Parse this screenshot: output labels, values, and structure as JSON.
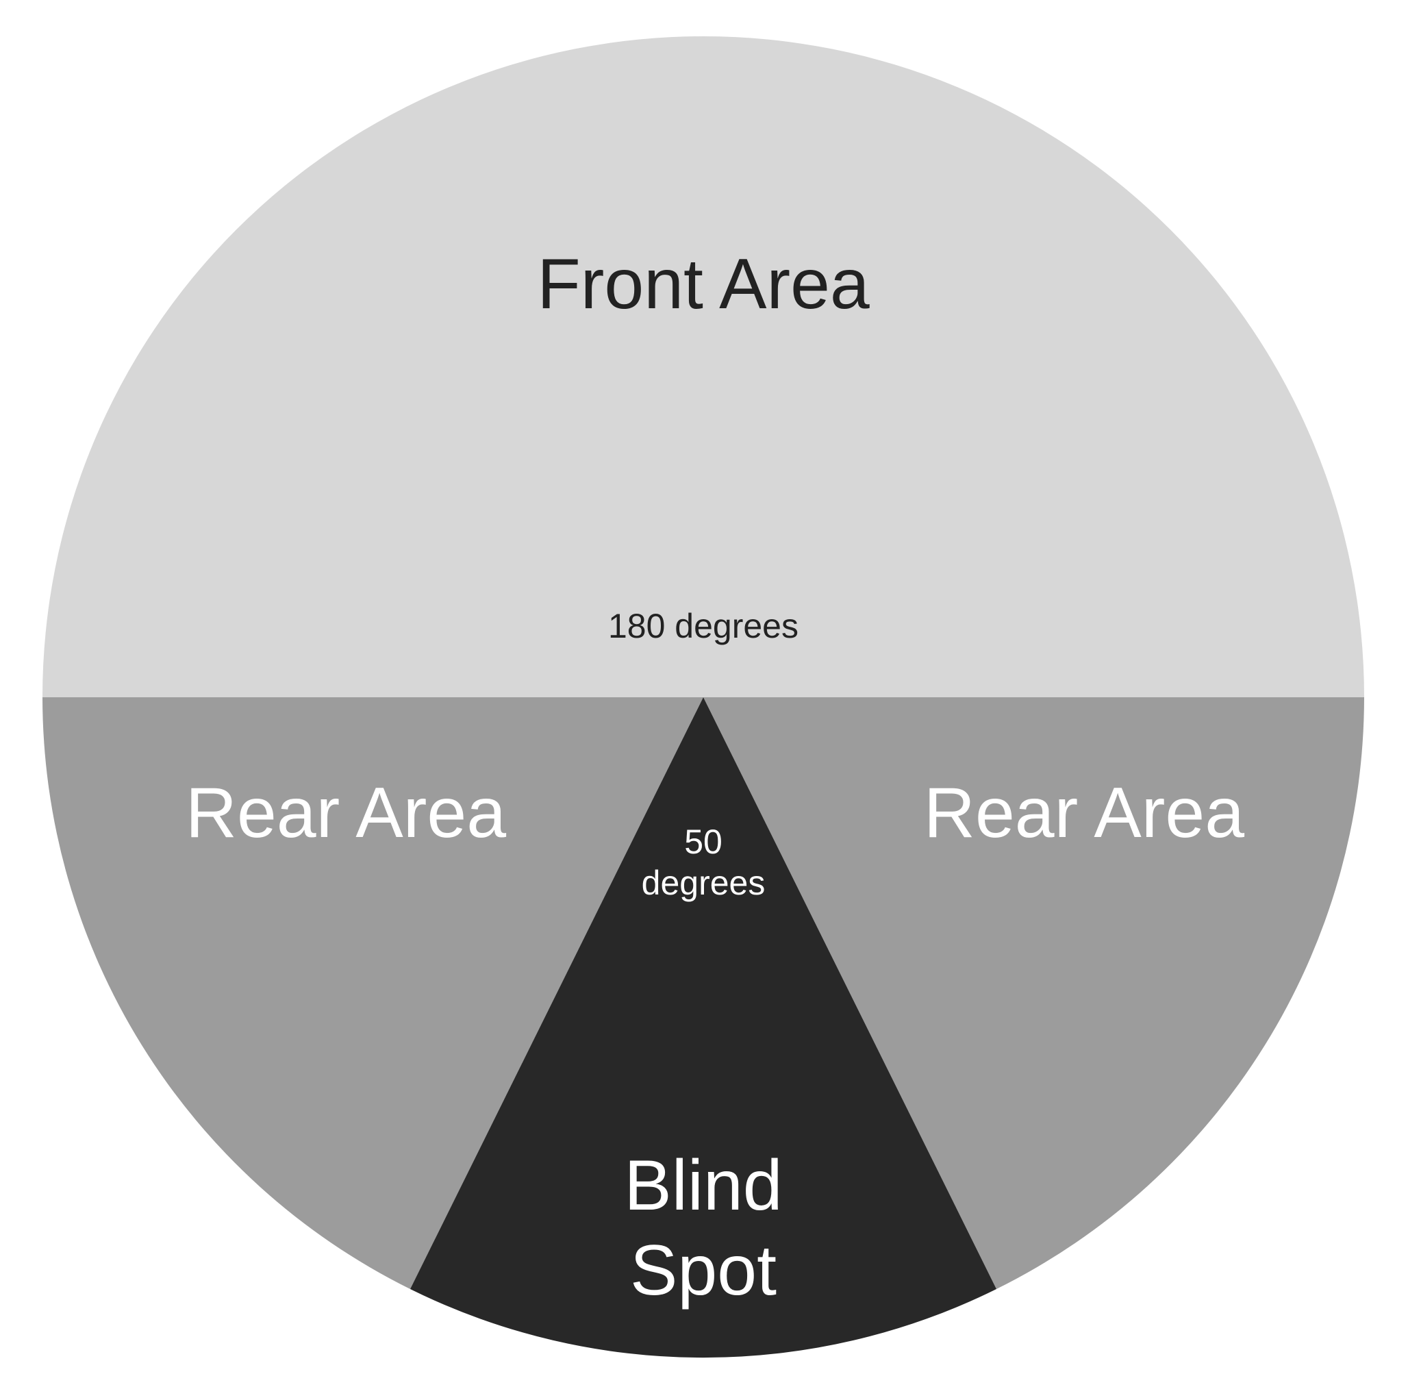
{
  "diagram": {
    "colors": {
      "front": "#d7d7d7",
      "rear": "#9c9c9c",
      "blind": "#282828",
      "dark_text": "#222222",
      "light_text": "#ffffff"
    },
    "front": {
      "label": "Front Area",
      "angle_label": "180 degrees"
    },
    "rear_left": {
      "label": "Rear Area"
    },
    "rear_right": {
      "label": "Rear Area"
    },
    "blind_spot": {
      "label_line1": "Blind",
      "label_line2": "Spot",
      "angle_line1": "50",
      "angle_line2": "degrees"
    }
  }
}
